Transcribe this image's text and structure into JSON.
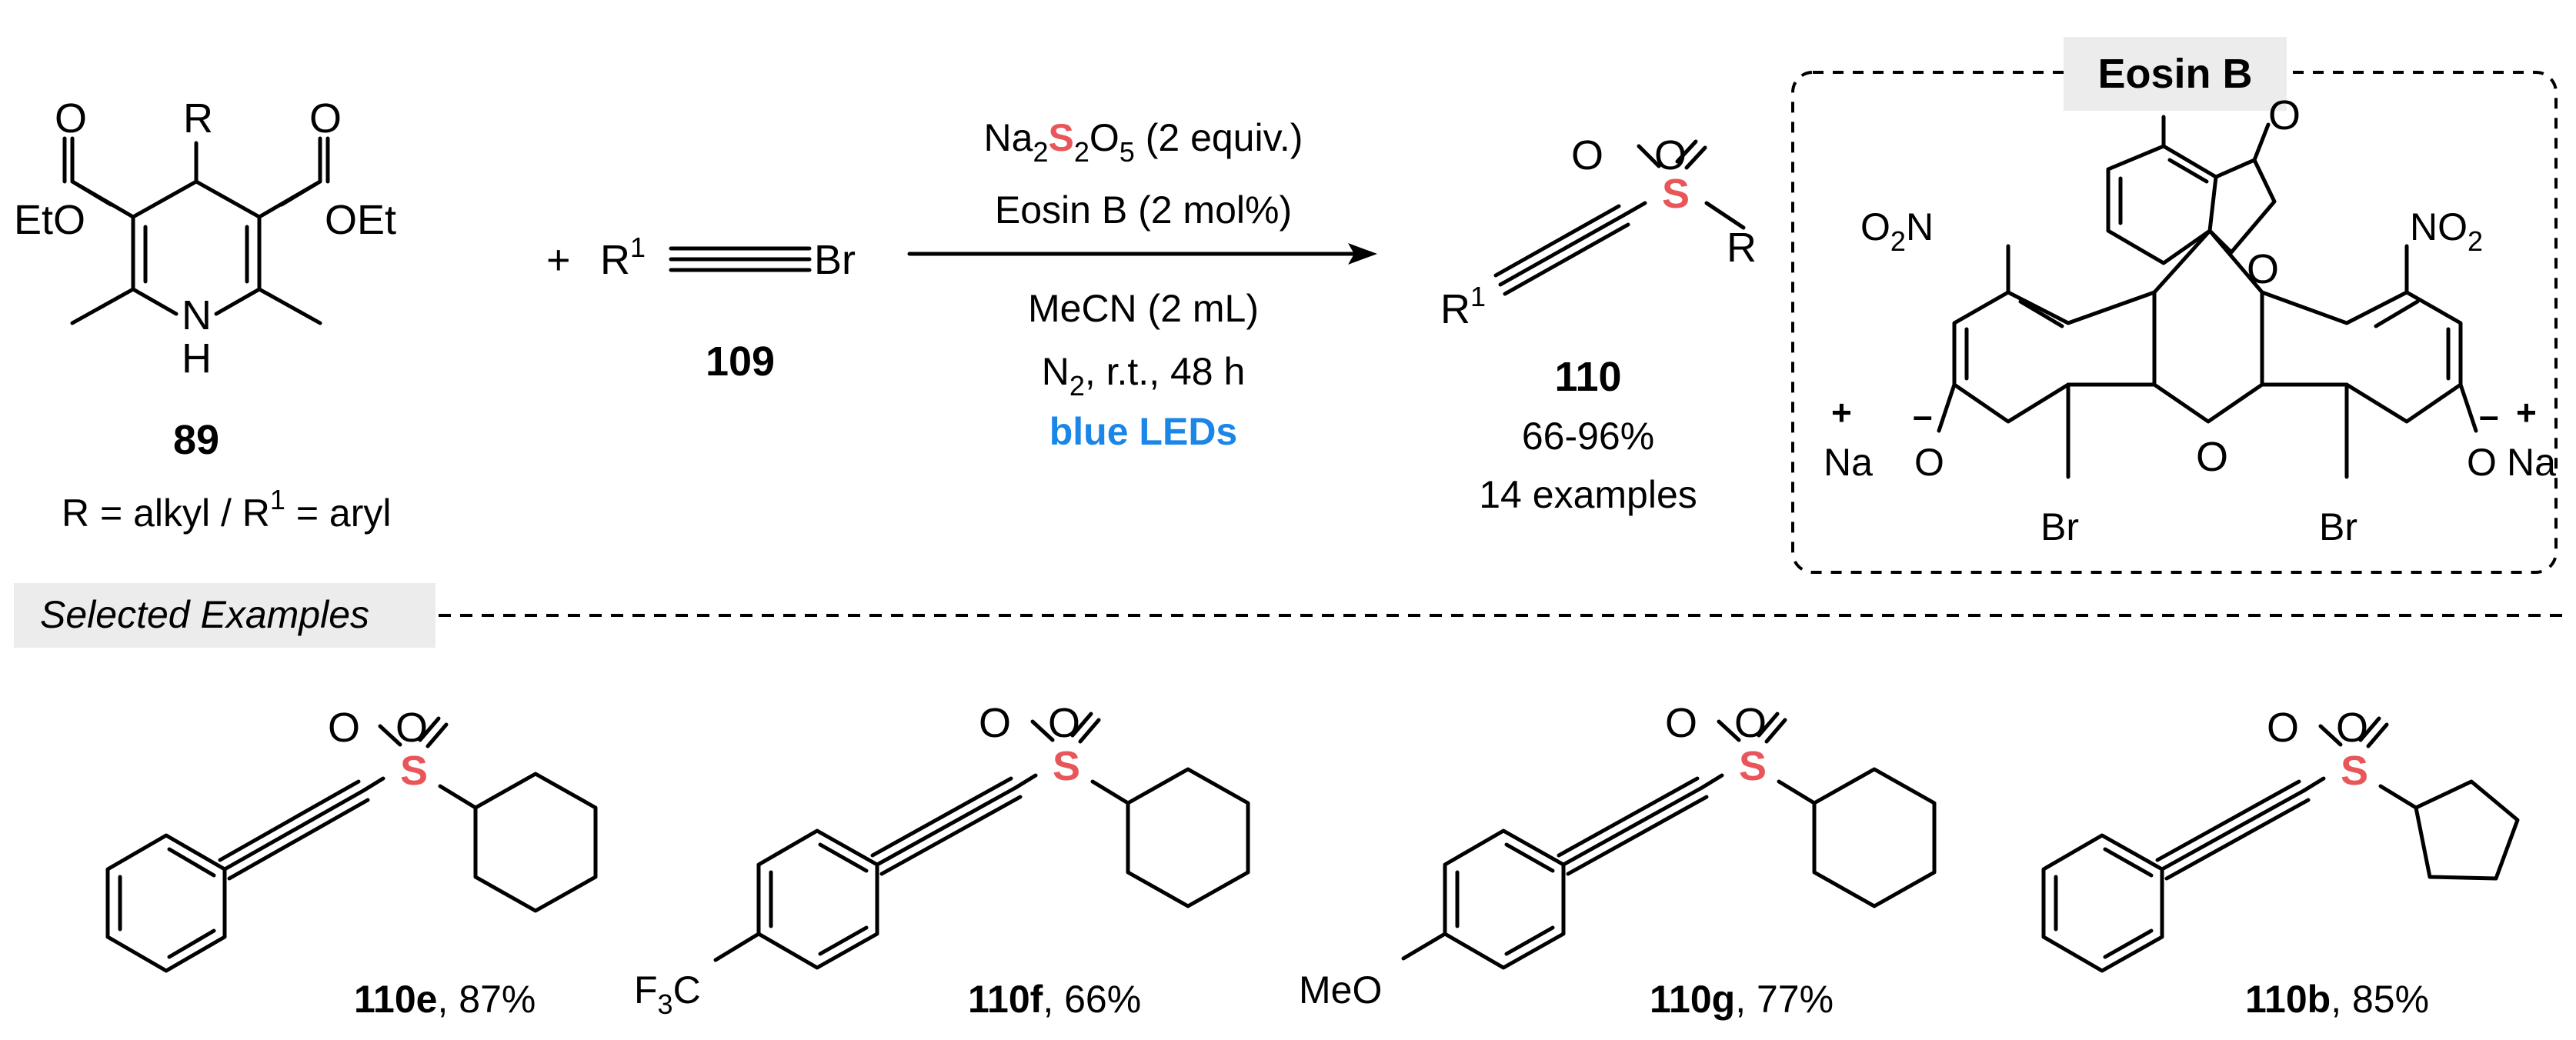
{
  "reagent_89": {
    "number": "89",
    "substituents": {
      "R": "R",
      "ester_left": "EtO",
      "ester_right": "OEt",
      "NH_N": "N",
      "NH_H": "H",
      "O": "O"
    },
    "note": "R = alkyl / R",
    "note_sup": "1",
    "note_end": " = aryl"
  },
  "plus": "+",
  "reagent_109": {
    "number": "109",
    "R": "R",
    "R_sup": "1",
    "Br": "Br"
  },
  "conditions": {
    "line1_a": "Na",
    "line1_sub1": "2",
    "line1_S": "S",
    "line1_sub2": "2",
    "line1_b": "O",
    "line1_sub3": "5",
    "line1_c": " (2 equiv.)",
    "line2": "Eosin B (2 mol%)",
    "line3": "MeCN (2 mL)",
    "line4_a": "N",
    "line4_sub": "2",
    "line4_b": ", r.t., 48 h",
    "line5": "blue LEDs"
  },
  "product_110": {
    "number": "110",
    "yield": "66-96%",
    "examples": "14 examples",
    "atoms": {
      "S": "S",
      "O": "O",
      "R": "R",
      "R1": "R",
      "R1_sup": "1"
    }
  },
  "eosin_b": {
    "title": "Eosin B",
    "atoms": {
      "O": "O",
      "Br": "Br",
      "Na": "Na",
      "N": "N",
      "plus": "+",
      "minus": "–",
      "sub2": "2"
    }
  },
  "selected": {
    "label": "Selected Examples",
    "examples": [
      {
        "id": "110e",
        "yield": ", 87%"
      },
      {
        "id": "110f",
        "yield": ", 66%",
        "substituent_a": "F",
        "substituent_sub": "3",
        "substituent_b": "C"
      },
      {
        "id": "110g",
        "yield": ", 77%",
        "substituent": "MeO"
      },
      {
        "id": "110b",
        "yield": ", 85%"
      }
    ]
  },
  "colors": {
    "sulfur": "#e8565a",
    "blue_leds": "#1a86e8",
    "box_fill": "#ececec"
  }
}
